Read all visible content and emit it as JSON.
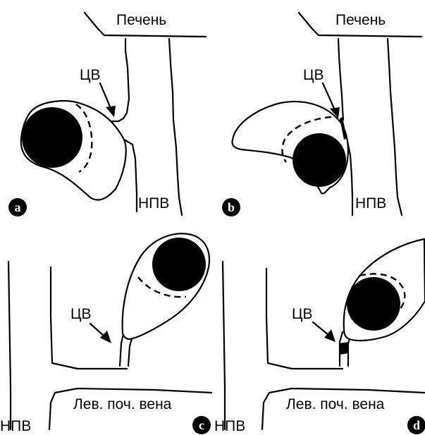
{
  "panels": {
    "a": {
      "badge": "a",
      "liver": "Печень",
      "cv": "ЦВ",
      "ivc": "НПВ"
    },
    "b": {
      "badge": "b",
      "liver": "Печень",
      "cv": "ЦВ",
      "ivc": "НПВ"
    },
    "c": {
      "badge": "c",
      "cv": "ЦВ",
      "ivc": "НПВ",
      "renal_vein": "Лев. поч. вена"
    },
    "d": {
      "badge": "d",
      "cv": "ЦВ",
      "ivc": "НПВ",
      "renal_vein": "Лев. поч. вена"
    }
  },
  "colors": {
    "ink": "#000000",
    "background": "#ffffff"
  }
}
